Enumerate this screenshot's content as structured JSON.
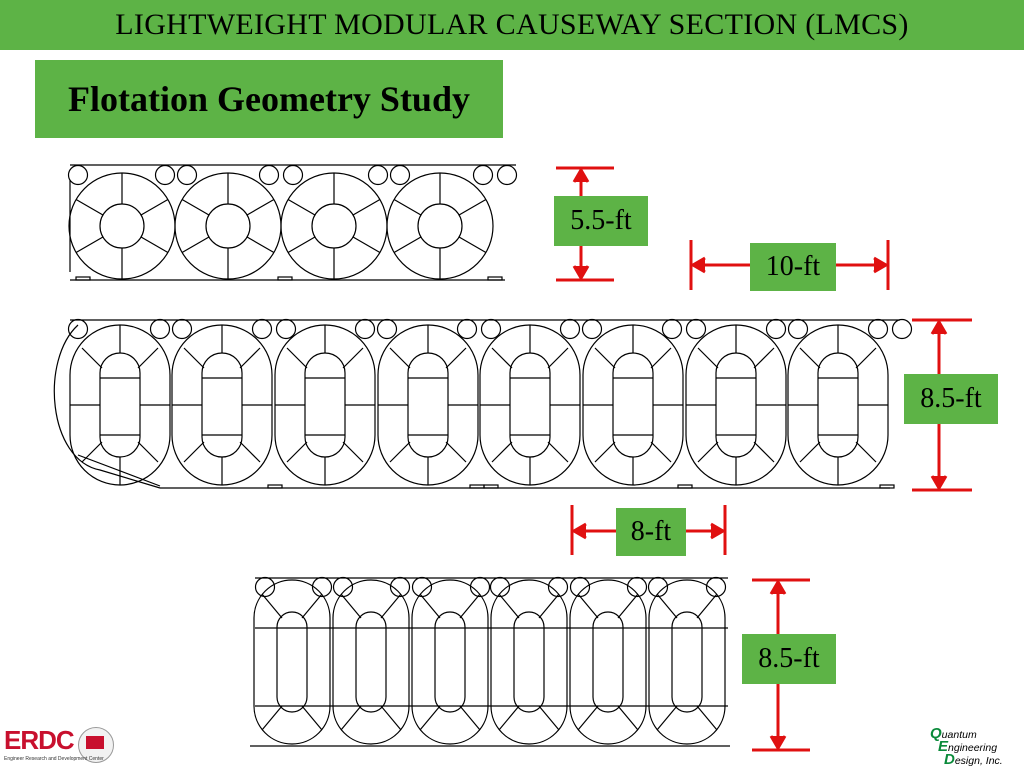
{
  "header": {
    "title": "LIGHTWEIGHT MODULAR CAUSEWAY SECTION (LMCS)"
  },
  "subtitle": "Flotation Geometry Study",
  "dimensions": {
    "d1": "5.5-ft",
    "d2": "10-ft",
    "d3": "8.5-ft",
    "d4": "8-ft",
    "d5": "8.5-ft"
  },
  "logos": {
    "erdc": {
      "text": "ERDC",
      "subtext": "Engineer Research and Development Center"
    },
    "qed": {
      "line1_cap": "Q",
      "line1": "uantum",
      "line2_cap": "E",
      "line2": "ngineering",
      "line3_cap": "D",
      "line3": "esign, Inc."
    }
  },
  "colors": {
    "banner": "#5db346",
    "dimension": "#e01010",
    "line": "#000000"
  }
}
